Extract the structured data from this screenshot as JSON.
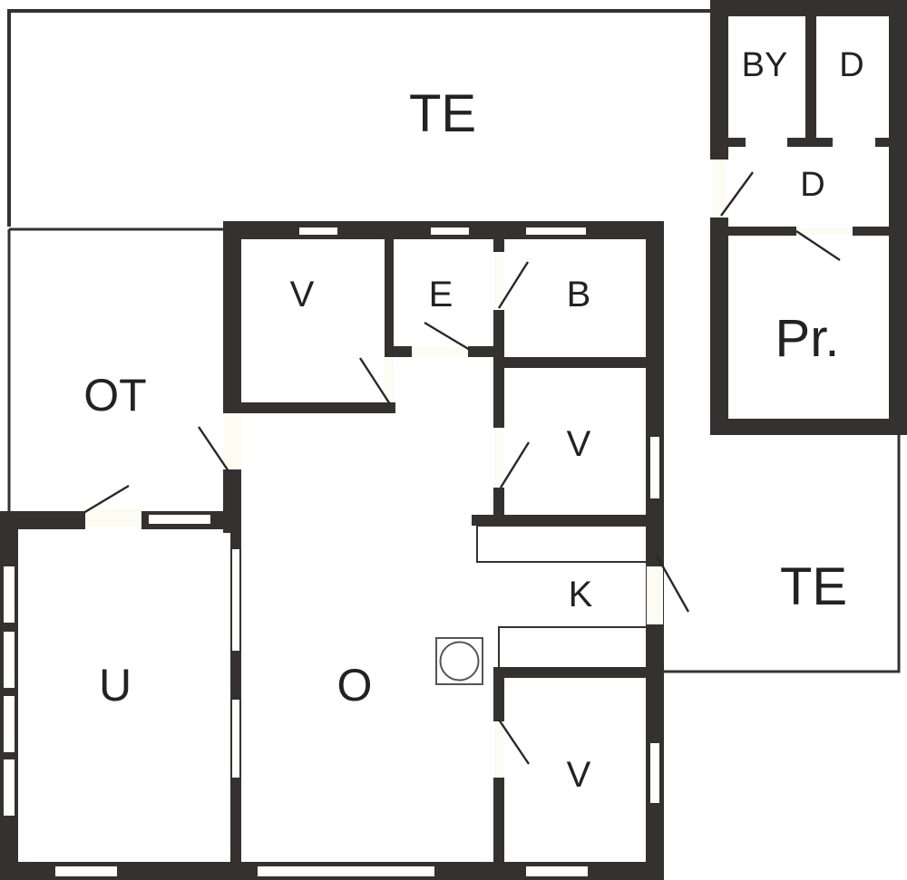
{
  "diagram": {
    "type": "floor-plan",
    "colors": {
      "wall": "#353131",
      "background": "#ffffff",
      "opening": "#fefdf8"
    },
    "rooms": [
      {
        "id": "te-north",
        "label": "TE"
      },
      {
        "id": "by",
        "label": "BY"
      },
      {
        "id": "d-upper",
        "label": "D"
      },
      {
        "id": "d-hall",
        "label": "D"
      },
      {
        "id": "pr",
        "label": "Pr."
      },
      {
        "id": "ot",
        "label": "OT"
      },
      {
        "id": "v-nw",
        "label": "V"
      },
      {
        "id": "e",
        "label": "E"
      },
      {
        "id": "b",
        "label": "B"
      },
      {
        "id": "v-ne",
        "label": "V"
      },
      {
        "id": "k",
        "label": "K"
      },
      {
        "id": "te-east",
        "label": "TE"
      },
      {
        "id": "u",
        "label": "U"
      },
      {
        "id": "o",
        "label": "O"
      },
      {
        "id": "v-se",
        "label": "V"
      }
    ],
    "fixtures": [
      {
        "id": "stove",
        "symbol": "circle-in-square"
      }
    ]
  }
}
